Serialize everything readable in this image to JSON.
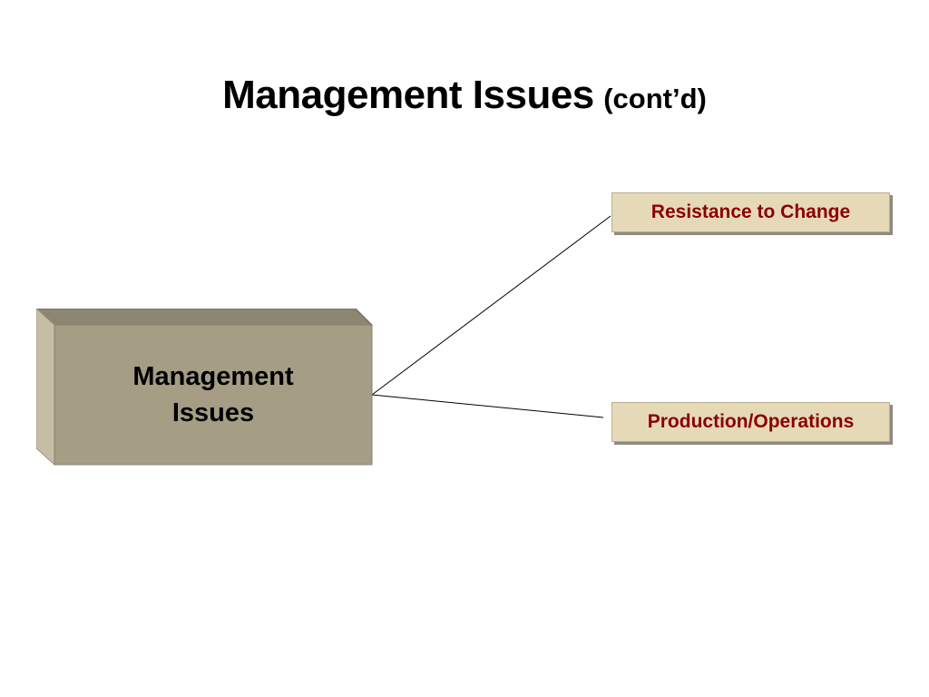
{
  "title": {
    "main": "Management Issues",
    "sub": "(cont’d)"
  },
  "root": {
    "line1": "Management",
    "line2": "Issues"
  },
  "branches": [
    {
      "label": "Resistance to Change"
    },
    {
      "label": "Production/Operations"
    }
  ],
  "colors": {
    "block_face": "#a59d84",
    "block_top": "#8c8670",
    "block_side": "#c6bea4",
    "branch_fill": "#e6d9b8",
    "branch_text": "#8b0000",
    "connector": "#000000"
  }
}
